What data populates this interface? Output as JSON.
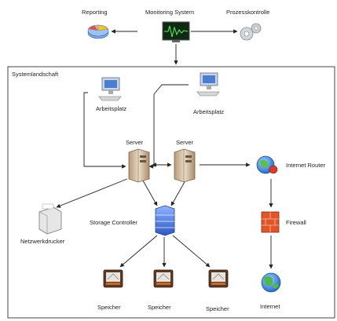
{
  "top": {
    "reporting": "Reporting",
    "monitoring": "Monitoring System",
    "process": "Prozesskontrolle"
  },
  "frame": {
    "title": "Systemlandschaft"
  },
  "nodes": {
    "workstation_left": "Arbeitsplatz",
    "workstation_right": "Arbeitsplatz",
    "server_left": "Server",
    "server_right": "Server",
    "router": "Internet Router",
    "printer": "Netzwerkdrucker",
    "storage_controller": "Storage Controller",
    "firewall": "Firewall",
    "storage_1": "Speicher",
    "storage_2": "Speicher",
    "storage_3": "Speicher",
    "internet": "Internet"
  },
  "icons": {
    "reporting": "pie-chart-icon",
    "monitoring": "monitor-waveform-icon",
    "process": "gears-icon",
    "workstation": "desktop-computer-icon",
    "server": "server-tower-icon",
    "router": "globe-router-icon",
    "printer": "printer-icon",
    "storage_controller": "storage-array-icon",
    "firewall": "firewall-icon",
    "storage": "disk-storage-icon",
    "internet": "globe-icon"
  }
}
